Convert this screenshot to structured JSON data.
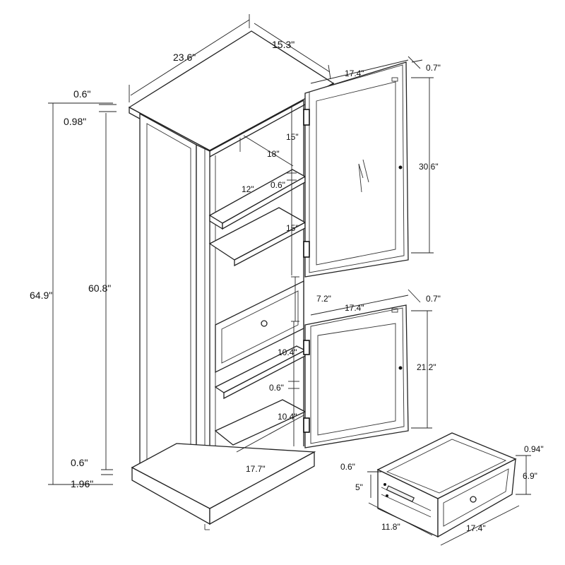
{
  "dimensions": {
    "top_width": "23.6\"",
    "top_depth": "15.3\"",
    "top_thickness": "0.6\"",
    "top_gap": "0.98\"",
    "total_height": "64.9\"",
    "body_height": "60.8\"",
    "bottom_thickness": "0.6\"",
    "base_height": "1.96\"",
    "upper_door_width": "17.4\"",
    "upper_door_thickness": "0.7\"",
    "upper_door_height": "30.6\"",
    "upper_compartment_1": "15\"",
    "shelf_width": "18\"",
    "shelf_depth": "12\"",
    "shelf_thickness": "0.6\"",
    "upper_compartment_2": "15\"",
    "drawer_opening_height": "7.2\"",
    "lower_door_width": "17.4\"",
    "lower_door_thickness": "0.7\"",
    "lower_door_height": "21.2\"",
    "lower_compartment_1": "10.4\"",
    "lower_shelf_thickness": "0.6\"",
    "lower_compartment_2": "10.4\"",
    "inner_width": "17.7\"",
    "drawer_side_thickness": "0.6\"",
    "drawer_inner_height": "5\"",
    "drawer_front_thickness": "0.94\"",
    "drawer_front_height": "6.9\"",
    "drawer_depth": "11.8\"",
    "drawer_width": "17.4\""
  }
}
